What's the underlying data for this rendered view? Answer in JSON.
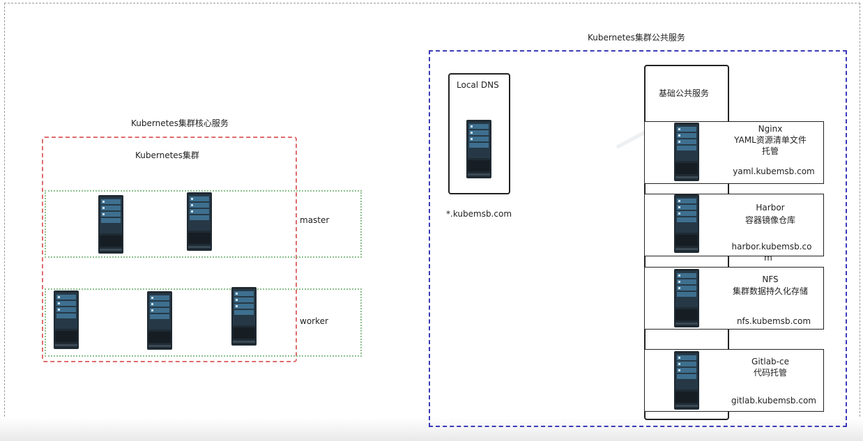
{
  "left_group": {
    "title": "Kubernetes集群核心服务",
    "cluster_label": "Kubernetes集群",
    "master_label": "master",
    "worker_label": "worker"
  },
  "right_group": {
    "title": "Kubernetes集群公共服务",
    "dns": {
      "title": "Local DNS",
      "domain": "*.kubemsb.com"
    },
    "public_services": {
      "title": "基础公共服务",
      "items": [
        {
          "name": "Nginx",
          "desc": "YAML资源清单文件",
          "desc2": "托管",
          "domain": "yaml.kubemsb.com"
        },
        {
          "name": "Harbor",
          "desc": "容器镜像仓库",
          "desc2": "",
          "domain": "harbor.kubemsb.co",
          "domain_wrap": "m"
        },
        {
          "name": "NFS",
          "desc": "集群数据持久化存储",
          "desc2": "",
          "domain": "nfs.kubemsb.com"
        },
        {
          "name": "Gitlab-ce",
          "desc": "代码托管",
          "desc2": "",
          "domain": "gitlab.kubemsb.com"
        }
      ]
    }
  },
  "icon": "server-icon",
  "colors": {
    "core_border": "#e06b6b",
    "row_border": "#8bbf8b",
    "public_border": "#3a3ab8"
  }
}
